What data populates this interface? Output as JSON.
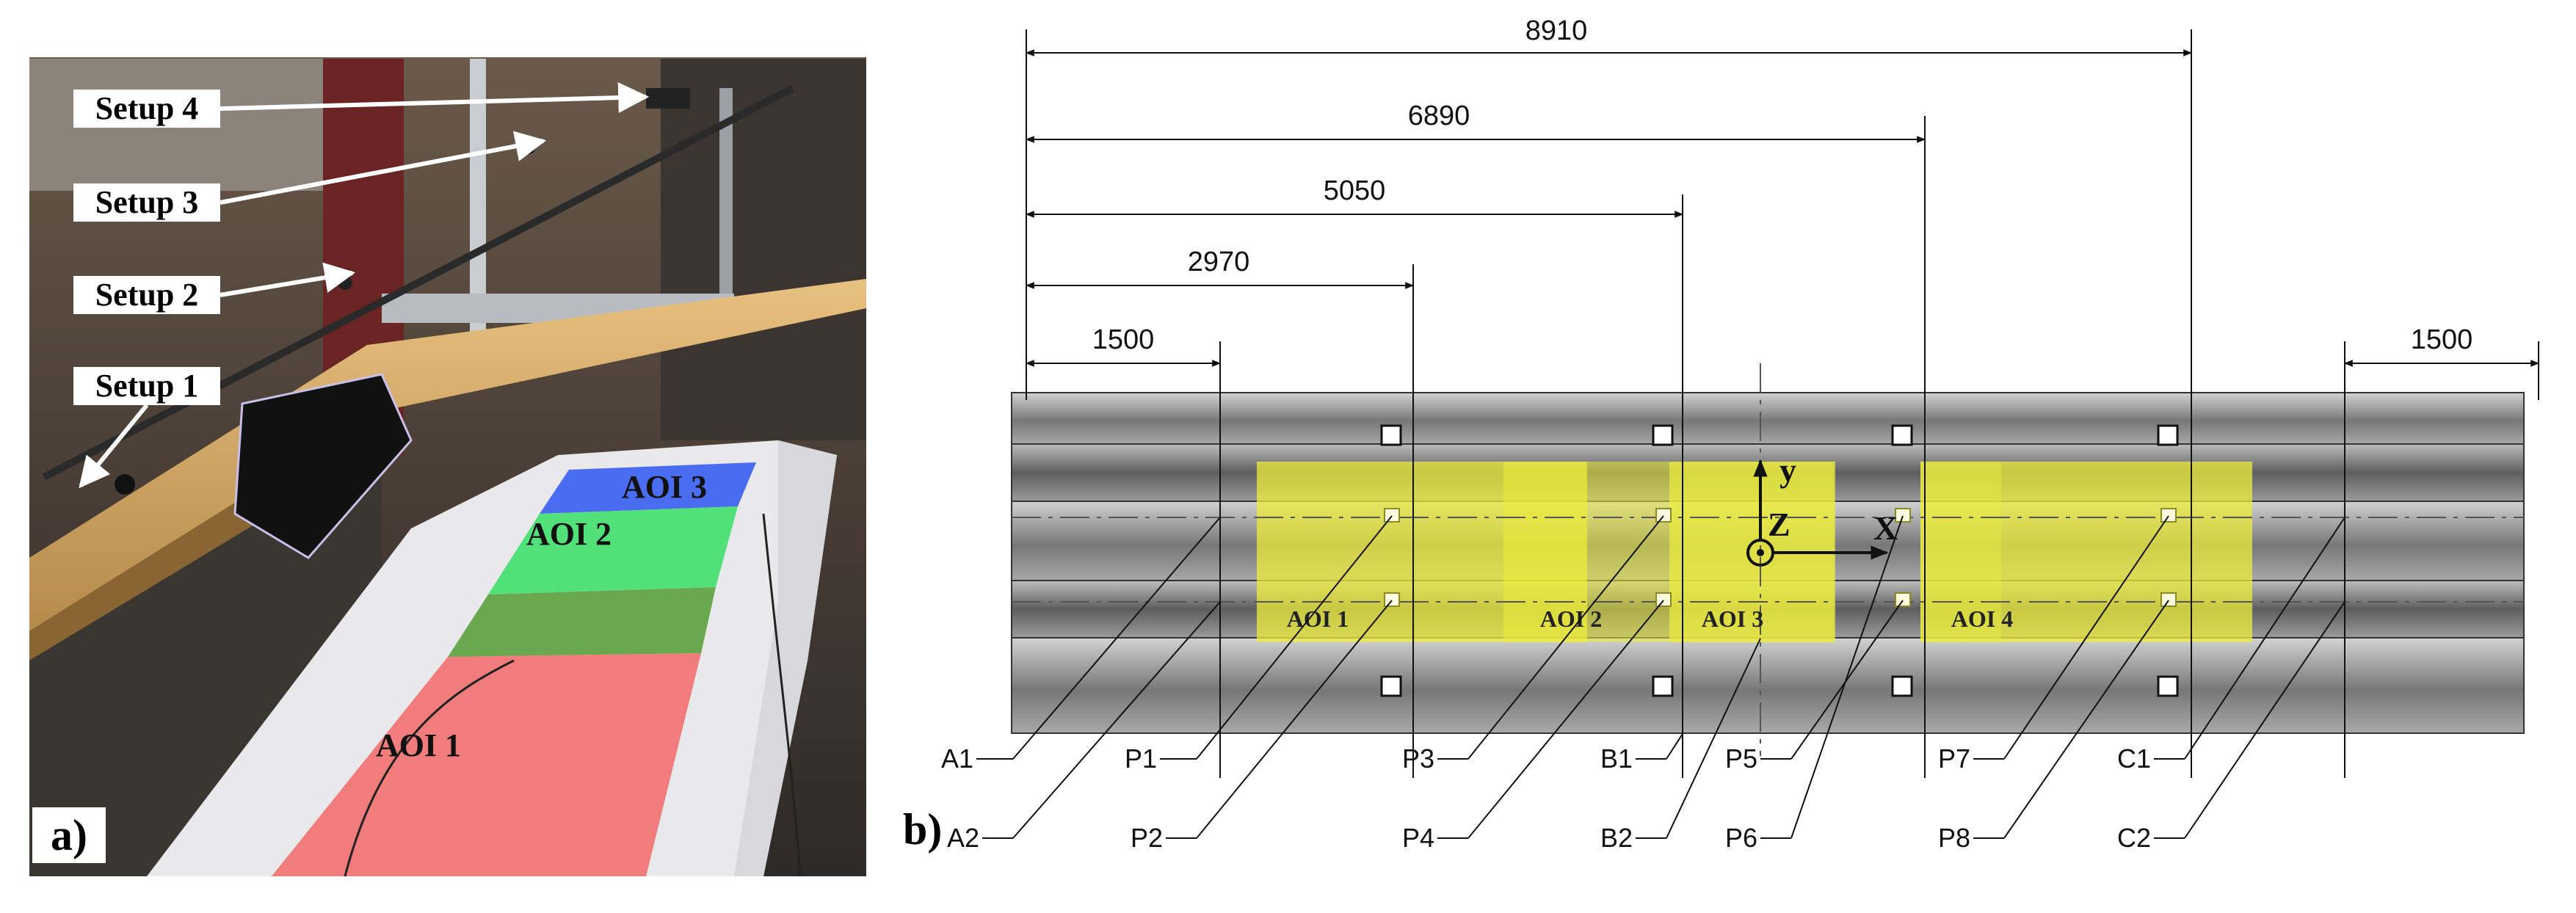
{
  "panel_a": {
    "label": "a)",
    "setups": [
      "Setup 4",
      "Setup 3",
      "Setup 2",
      "Setup 1"
    ],
    "aois": [
      "AOI 3",
      "AOI 2",
      "AOI 1"
    ]
  },
  "panel_b": {
    "label": "b)",
    "dimensions": {
      "d8910": "8910",
      "d6890": "6890",
      "d5050": "5050",
      "d2970": "2970",
      "d1500_left": "1500",
      "d1500_right": "1500"
    },
    "aois": [
      "AOI 1",
      "AOI 2",
      "AOI 3",
      "AOI 4"
    ],
    "axes": {
      "y": "y",
      "z": "Z",
      "x": "X"
    },
    "callouts_top": [
      "A1",
      "P1",
      "P3",
      "B1",
      "P5",
      "P7",
      "C1"
    ],
    "callouts_bottom": [
      "A2",
      "P2",
      "P4",
      "B2",
      "P6",
      "P8",
      "C2"
    ]
  },
  "colors": {
    "aoi_red": "#f07c7c",
    "aoi_green": "#52e07a",
    "aoi_blue": "#4a6cf0",
    "aoi_yellow": "#ecec3c",
    "rail_gray": "#8a8a8a"
  }
}
